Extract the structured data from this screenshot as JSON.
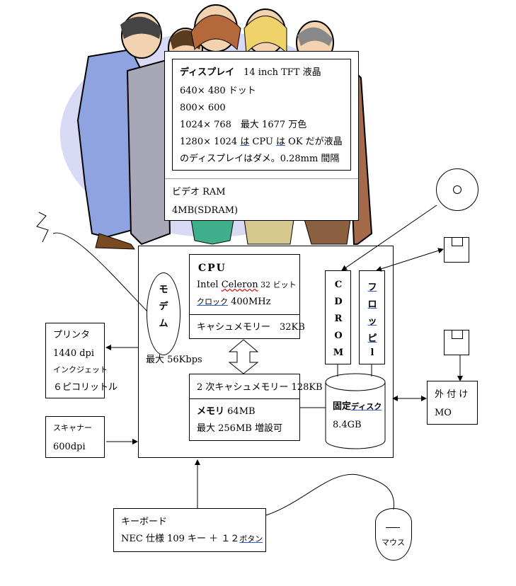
{
  "display": {
    "title": "ディスプレイ",
    "title_rest": "14 inch TFT 液晶",
    "res1": "640× 480 ドット",
    "res2": "800× 600",
    "res3": "1024× 768　最大 1677 万色",
    "res4_a": "1280× 1024 ",
    "res4_b": "は",
    "res4_c": " CPU ",
    "res4_d": "は",
    "res4_e": " OK だが液晶",
    "res5": "のディスプレイはダメ。0.28mm 間隔",
    "video_ram_label": "ビデオ RAM",
    "video_ram_value": "4MB(SDRAM)"
  },
  "cpu": {
    "title": "CPU",
    "model_a": "Intel ",
    "model_b": "Celeron",
    "model_c": " 32 ビット",
    "clock_a": "クロック",
    "clock_b": " 400MHz",
    "cache": "キャシュメモリー　32KB"
  },
  "l2cache": {
    "label": "2 次キャシュメモリー 128KB"
  },
  "memory": {
    "title": "メモリ",
    "title_rest": " 64MB",
    "max": "最大 256MB 増設可"
  },
  "modem": {
    "chars": [
      "モ",
      "デ",
      "ム"
    ],
    "speed": "最大 56Kbps"
  },
  "cdrom": {
    "chars": [
      "C",
      "D",
      "R",
      "O",
      "M"
    ]
  },
  "floppy": {
    "chars": [
      "フ",
      "ロ",
      "ッ",
      "ピ",
      "l"
    ]
  },
  "hdd": {
    "title_a": "固定",
    "title_b": "ディスク",
    "capacity": "8.4GB"
  },
  "printer": {
    "title": "プリンタ",
    "dpi": "1440 dpi",
    "type": "インクジェット",
    "droplet": "６ピコリットル"
  },
  "scanner": {
    "title": "スキャナー",
    "dpi": "600dpi"
  },
  "mo": {
    "label1": "外 付 け",
    "label2": "MO"
  },
  "keyboard": {
    "title": "キーボード",
    "spec_a": "NEC 仕様 109 キー ＋ １２",
    "spec_b": "ボタン"
  },
  "mouse": {
    "label": "マウス"
  }
}
